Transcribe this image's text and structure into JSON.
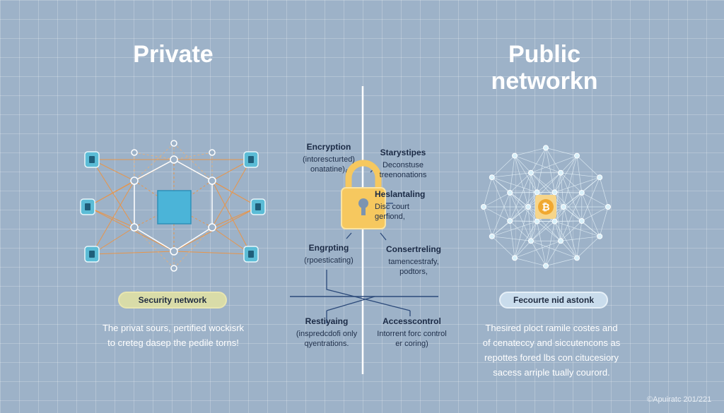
{
  "left": {
    "title": "Private",
    "pill": "Security network",
    "desc": [
      "The privat sours, pertified wockisrk",
      "to creteg dasep the pedile torns!"
    ]
  },
  "right": {
    "title_lines": [
      "Public",
      "networkn"
    ],
    "pill": "Fecourte nid astonk",
    "desc": [
      "Thesired ploct ramile costes and",
      "of cenateccy and siccutencons  as",
      "repottes fored lbs con citucesiory",
      "sacess arriple tually courord."
    ],
    "coin_symbol": "₿"
  },
  "center": {
    "labels": [
      {
        "title": "Encryption",
        "lines": [
          "(intorescturted)",
          "onatatine),"
        ]
      },
      {
        "title": "Starystipes",
        "lines": [
          "Deconstuse",
          "treenonations"
        ]
      },
      {
        "title": "Heslantaling",
        "lines": [
          "Disc court",
          "gerfiond,"
        ]
      },
      {
        "title": "Engrpting",
        "lines": [
          "(rpoesticating)"
        ]
      },
      {
        "title": "Consertreling",
        "lines": [
          "tamencestrafy,",
          "podtors,"
        ]
      },
      {
        "title": "Restiyaing",
        "lines": [
          "(inspredcdofi only",
          "qyentrations."
        ]
      },
      {
        "title": "Accesscontrol",
        "lines": [
          "Intorrent forc control",
          "er coring)"
        ]
      }
    ]
  },
  "footer": {
    "copyright": "©Apuiratc 201/221"
  },
  "colors": {
    "lock": "#f6c85f",
    "node": "#5bbcd6",
    "edge_orange": "#e8954a",
    "pill_left": "#d9dca8",
    "pill_right": "#c9dcec"
  }
}
